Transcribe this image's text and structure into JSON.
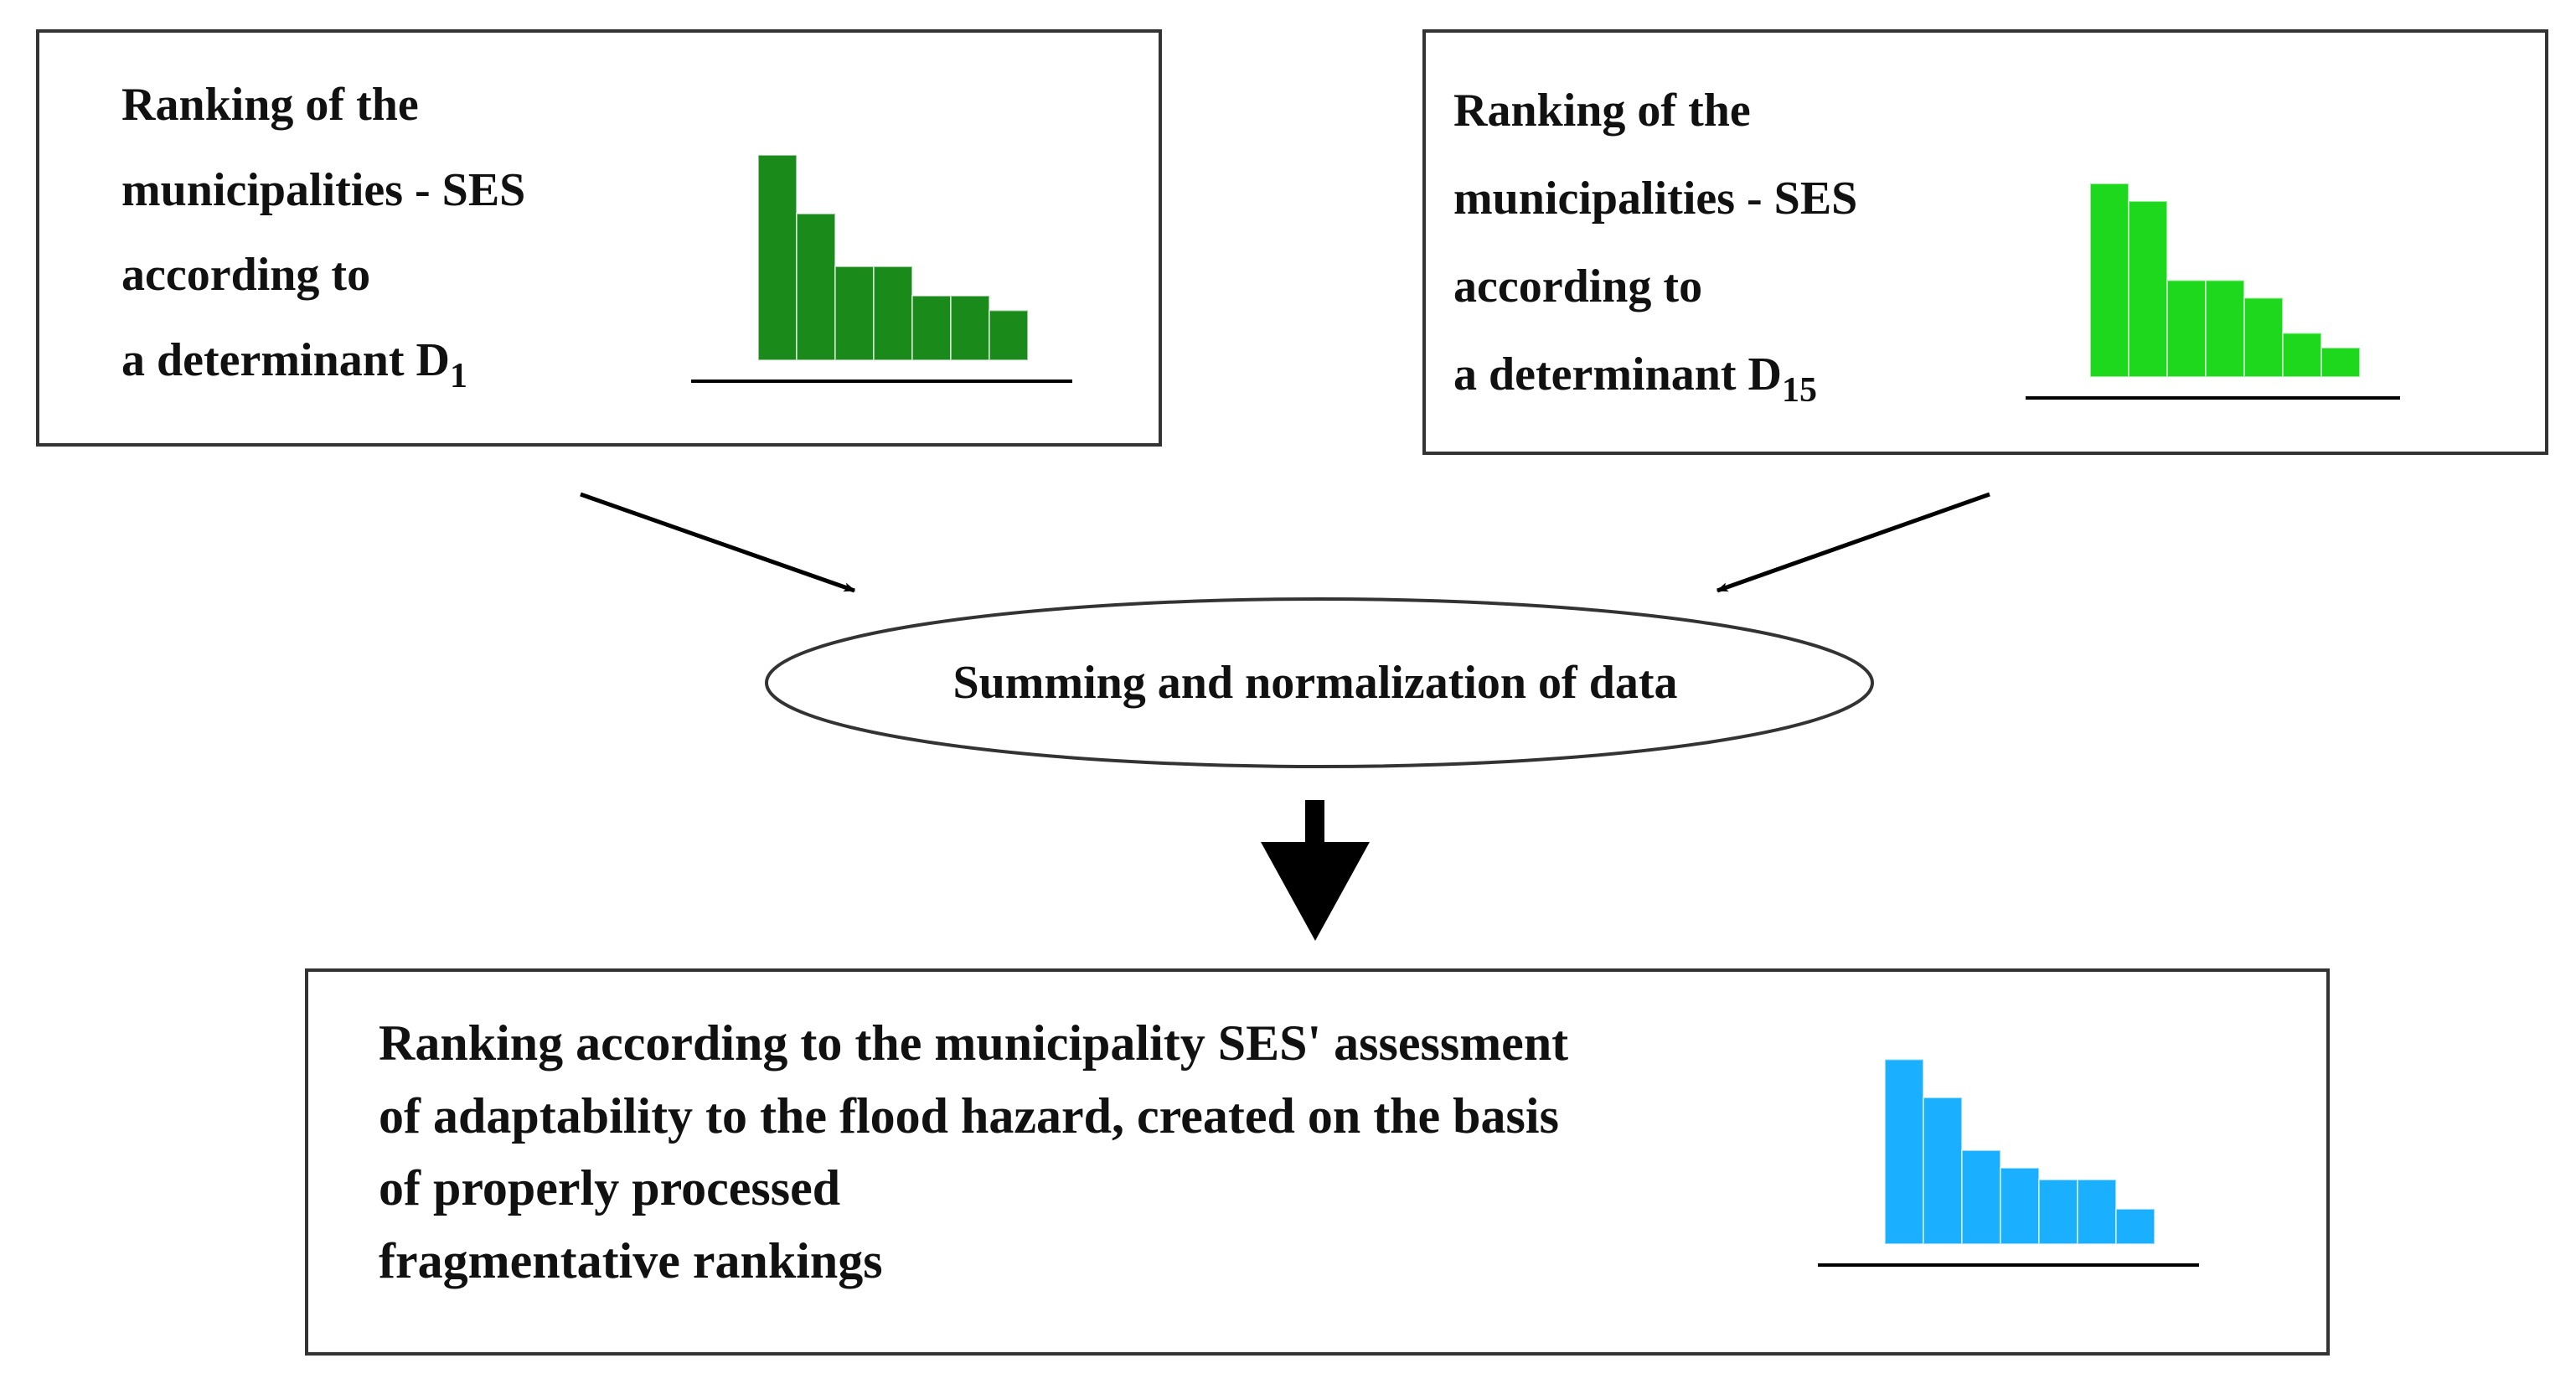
{
  "colors": {
    "box_d1_bars": "#1a8a1a",
    "box_d15_bars": "#1ed81e",
    "box_result_bars": "#1aafff",
    "line": "#000000",
    "text": "#111111"
  },
  "box_d1": {
    "lines": [
      "Ranking of the",
      "municipalities - SES",
      "according to",
      "a determinant D"
    ],
    "subscript": "1",
    "chart_data": {
      "type": "bar",
      "values": [
        7,
        5,
        3.2,
        3.2,
        2.2,
        2.2,
        1.7
      ]
    }
  },
  "box_d15": {
    "lines": [
      "Ranking of the",
      "municipalities - SES",
      "according to",
      "a determinant D"
    ],
    "subscript": "15",
    "chart_data": {
      "type": "bar",
      "values": [
        6.6,
        6.0,
        3.3,
        3.3,
        2.7,
        1.5,
        1.0
      ]
    }
  },
  "process": {
    "label": "Summing and normalization of data"
  },
  "box_result": {
    "lines": [
      "Ranking according to the municipality SES' assessment",
      "of adaptability to the flood hazard, created on the basis",
      "of properly processed",
      "fragmentative rankings"
    ],
    "chart_data": {
      "type": "bar",
      "values": [
        6.3,
        5.0,
        3.2,
        2.6,
        2.2,
        2.2,
        1.2
      ]
    }
  }
}
